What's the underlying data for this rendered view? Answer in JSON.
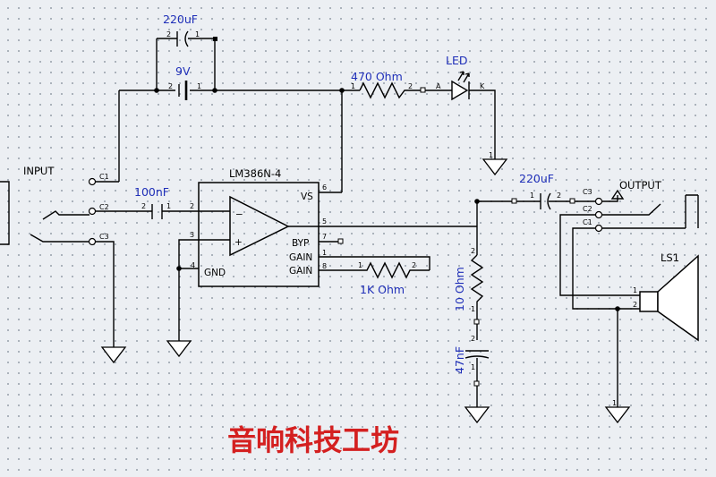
{
  "labels": {
    "cap_top": "220uF",
    "battery": "9V",
    "resistor_top": "470 Ohm",
    "led": "LED",
    "led_anode": "A",
    "led_cathode": "K",
    "input": "INPUT",
    "cap_input": "100nF",
    "ic": "LM386N-4",
    "ic_vs": "VS",
    "ic_byp": "BYP",
    "ic_gain1": "GAIN",
    "ic_gain2": "GAIN",
    "ic_gnd": "GND",
    "ic_minus": "−",
    "ic_plus": "+",
    "resistor_gain": "1K Ohm",
    "cap_output": "220uF",
    "output": "OUTPUT",
    "resistor_zobel": "10 Ohm",
    "cap_zobel": "47nF",
    "speaker": "LS1",
    "watermark": "音响科技工坊"
  },
  "pins": {
    "c1": "C1",
    "c2": "C2",
    "c3": "C3",
    "p1": "1",
    "p2": "2",
    "p3": "3",
    "p4": "4",
    "p5": "5",
    "p6": "6",
    "p7": "7",
    "p8": "8"
  },
  "colors": {
    "value_text": "#1f2fb8",
    "watermark": "#d42020",
    "wire": "#000000"
  }
}
